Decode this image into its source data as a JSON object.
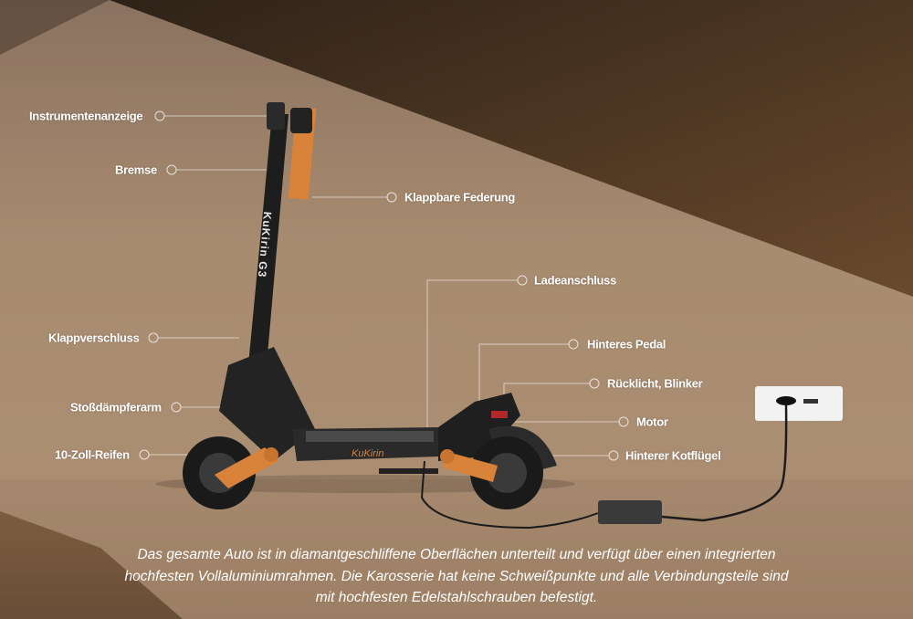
{
  "labels": {
    "instrument": "Instrumentenanzeige",
    "brake": "Bremse",
    "folding_suspension": "Klappbare Federung",
    "charging_port": "Ladeanschluss",
    "folding_lock": "Klappverschluss",
    "rear_pedal": "Hinteres Pedal",
    "taillight": "Rücklicht, Blinker",
    "motor": "Motor",
    "rear_fender": "Hinterer Kotflügel",
    "shock_arm": "Stoßdämpferarm",
    "tire": "10-Zoll-Reifen"
  },
  "caption": [
    "Das gesamte Auto ist in diamantgeschliffene Oberflächen unterteilt und verfügt über einen integrierten",
    "hochfesten Vollaluminiumrahmen. Die Karosserie hat keine Schweißpunkte und alle Verbindungsteile sind",
    "mit hochfesten Edelstahlschrauben befestigt."
  ],
  "brand": "KuKirin G3",
  "colors": {
    "accent": "#d9823a",
    "background": "#a88c70",
    "dark_brown": "#5e4128"
  }
}
